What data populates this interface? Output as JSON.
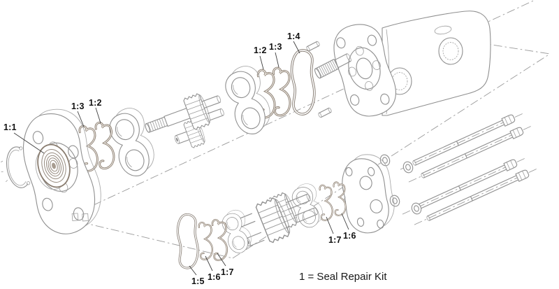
{
  "diagram": {
    "legend_text": "1 = Seal Repair Kit",
    "callouts": [
      {
        "label": "1:1"
      },
      {
        "label": "1:3"
      },
      {
        "label": "1:2"
      },
      {
        "label": "1:2"
      },
      {
        "label": "1:3"
      },
      {
        "label": "1:4"
      },
      {
        "label": "1:5"
      },
      {
        "label": "1:6"
      },
      {
        "label": "1:7"
      },
      {
        "label": "1:7"
      },
      {
        "label": "1:6"
      }
    ],
    "colors": {
      "background": "#ffffff",
      "line_art": "#8f8f8f",
      "seal_highlight": "#8a7d70",
      "text": "#141414"
    }
  }
}
